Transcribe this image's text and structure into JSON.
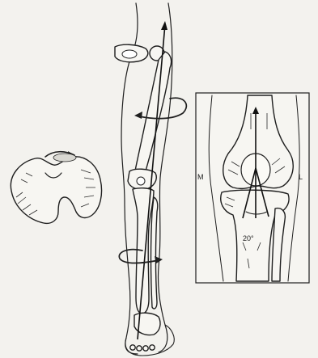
{
  "labels": {
    "medial": "M",
    "lateral": "L",
    "angle": "20°"
  }
}
